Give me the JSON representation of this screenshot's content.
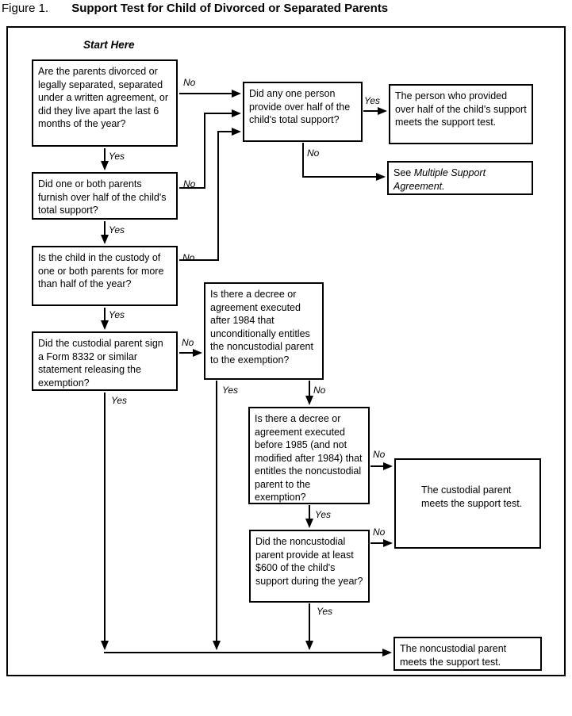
{
  "title": {
    "figure_label": "Figure 1.",
    "title_text": "Support Test for Child of Divorced or Separated Parents"
  },
  "diagram": {
    "start_here": "Start Here",
    "decision_labels": {
      "yes": "Yes",
      "no": "No"
    },
    "nodes": {
      "divorced": "Are the parents divorced or legally separated, separated under a written agreement, or did they live apart the last 6 months of the year?",
      "furnish": "Did one or both parents furnish over half of the child's total support?",
      "custody": "Is the child in the custody of one or both parents for more than half of the year?",
      "form8332": "Did the custodial parent sign a Form 8332 or similar statement releasing the exemption?",
      "anyone": "Did any one person provide over half of the child's total support?",
      "person_provided": "The person who provided over half of the child's support meets the support test.",
      "see_prefix": "See ",
      "multiple_support": "Multiple Support Agreement.",
      "after_1984": "Is there a decree or agreement executed after 1984 that unconditionally entitles the noncustodial parent to the exemption?",
      "before_1985": "Is there a decree or agreement executed before 1985 (and not modified after 1984) that entitles the noncustodial parent to the exemption?",
      "custodial_meets": "The custodial parent meets the support test.",
      "provide_600": "Did the noncustodial parent provide at least $600 of the child's support during the year?",
      "noncustodial_meets": "The noncustodial parent meets the support test."
    },
    "colors": {
      "line": "#000000",
      "background": "#ffffff",
      "text": "#000000"
    }
  }
}
